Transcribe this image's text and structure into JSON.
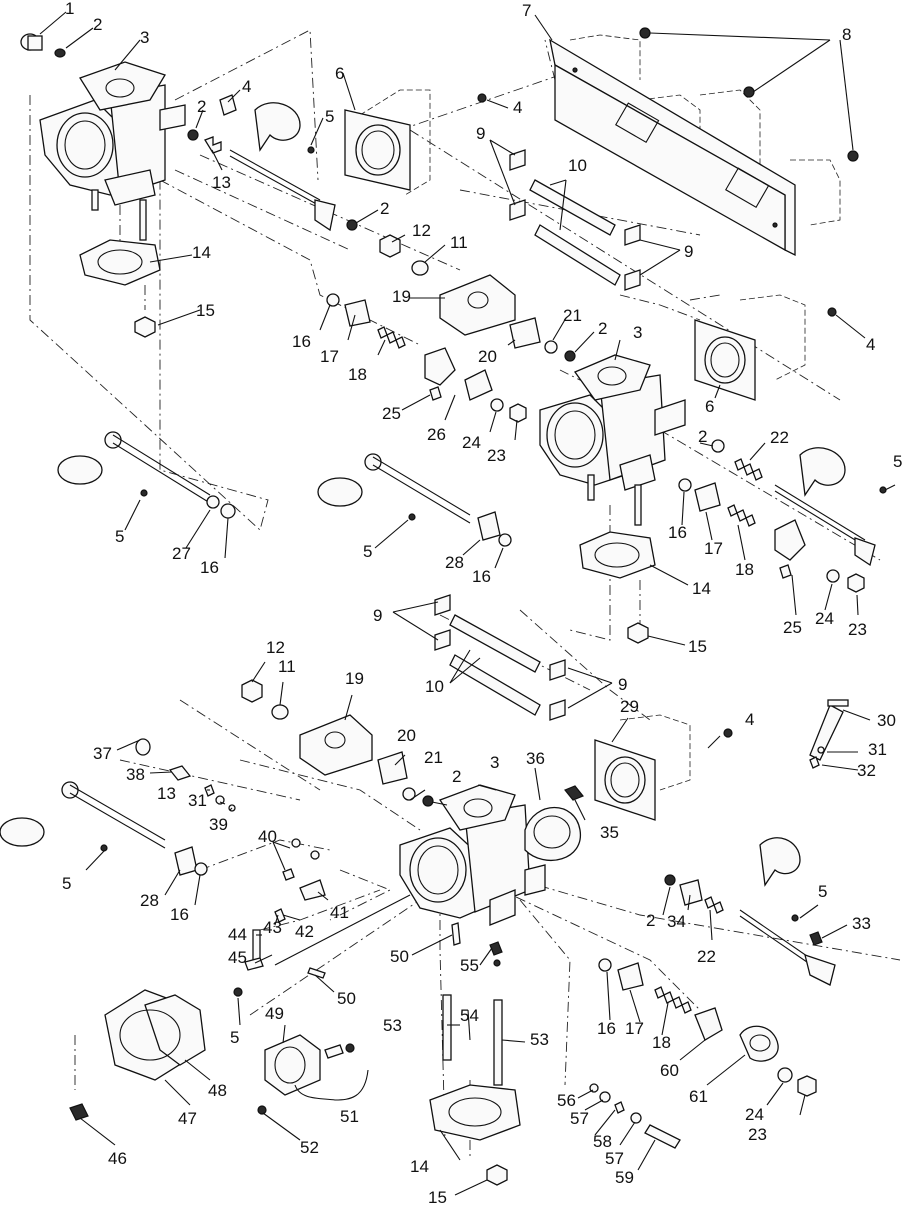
{
  "labels": {
    "l1": "1",
    "l2a": "2",
    "l3a": "3",
    "l2b": "2",
    "l4a": "4",
    "l5a": "5",
    "l13a": "13",
    "l6a": "6",
    "l7": "7",
    "l8": "8",
    "l4b": "4",
    "l9a": "9",
    "l10a": "10",
    "l2c": "2",
    "l12a": "12",
    "l11a": "11",
    "l9b": "9",
    "l14a": "14",
    "l15a": "15",
    "l19a": "19",
    "l21a": "21",
    "l2d": "2",
    "l3b": "3",
    "l4c": "4",
    "l16a": "16",
    "l17a": "17",
    "l18a": "18",
    "l20a": "20",
    "l25a": "25",
    "l26": "26",
    "l24a": "24",
    "l23a": "23",
    "l6b": "6",
    "l2e": "2",
    "l22a": "22",
    "l5b": "5",
    "l5c": "5",
    "l27": "27",
    "l16b": "16",
    "l5d": "5",
    "l28a": "28",
    "l16c": "16",
    "l16d": "16",
    "l17b": "17",
    "l18b": "18",
    "l14b": "14",
    "l25b": "25",
    "l24b": "24",
    "l23b": "23",
    "l15b": "15",
    "l9c": "9",
    "l10b": "10",
    "l9d": "9",
    "l12b": "12",
    "l11b": "11",
    "l19b": "19",
    "l29": "29",
    "l30": "30",
    "l31a": "31",
    "l32": "32",
    "l37": "37",
    "l38": "38",
    "l13b": "13",
    "l31b": "31",
    "l39": "39",
    "l20b": "20",
    "l21b": "21",
    "l2f": "2",
    "l3c": "3",
    "l36": "36",
    "l4d": "4",
    "l35": "35",
    "l40": "40",
    "l5e": "5",
    "l28b": "28",
    "l16e": "16",
    "l41": "41",
    "l42": "42",
    "l43": "43",
    "l44": "44",
    "l45": "45",
    "l50a": "50",
    "l55": "55",
    "l50b": "50",
    "l2g": "2",
    "l34": "34",
    "l22b": "22",
    "l5f": "5",
    "l33": "33",
    "l5g": "5",
    "l49": "49",
    "l54": "54",
    "l53a": "53",
    "l53b": "53",
    "l16f": "16",
    "l17c": "17",
    "l18c": "18",
    "l60": "60",
    "l61": "61",
    "l24c": "24",
    "l23c": "23",
    "l48": "48",
    "l47": "47",
    "l46": "46",
    "l52": "52",
    "l51": "51",
    "l56": "56",
    "l57a": "57",
    "l58": "58",
    "l57b": "57",
    "l59": "59",
    "l14c": "14",
    "l15c": "15"
  }
}
